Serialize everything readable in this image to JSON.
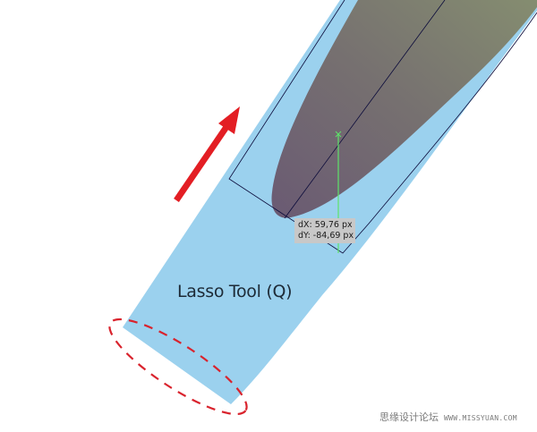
{
  "canvas": {
    "background": "#ffffff",
    "strip_color": "#9bd1ee",
    "blade_gradient": {
      "top": "#838a72",
      "bottom": "#6b5d72"
    },
    "guide_color": "#0a0a3a",
    "measure_color": "#5ee36a",
    "arrow_color": "#e31e24",
    "dash_color": "#d9232d"
  },
  "tool_label": "Lasso Tool (Q)",
  "measure_tooltip": {
    "dx": "dX: 59,76 px",
    "dy": "dY: -84,69 px"
  },
  "watermark": {
    "site_name": "思缘设计论坛",
    "url": "WWW.MISSYUAN.COM"
  },
  "icons": {
    "direction_arrow": "arrow-up-right",
    "selection_ellipse": "dashed-ellipse"
  }
}
